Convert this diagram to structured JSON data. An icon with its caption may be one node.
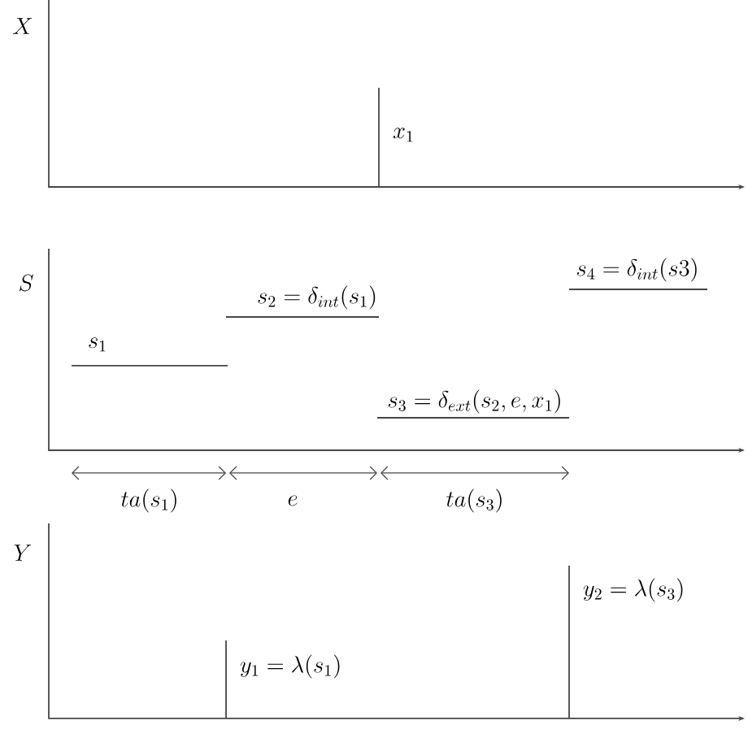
{
  "diagram": {
    "labels": [
      "X",
      "x_1",
      "S",
      "s_4 = \\delta_{int}(s3)",
      "s_2 = \\delta_{int}(s_1)",
      "s_1",
      "s_3 = \\delta_{ext}(s_2, e, x_1)",
      "ta(s_1)",
      "e",
      "ta(s_3)",
      "Y",
      "y_2 = \\lambda(s_3)",
      "y_1 = \\lambda(s_1)"
    ]
  }
}
